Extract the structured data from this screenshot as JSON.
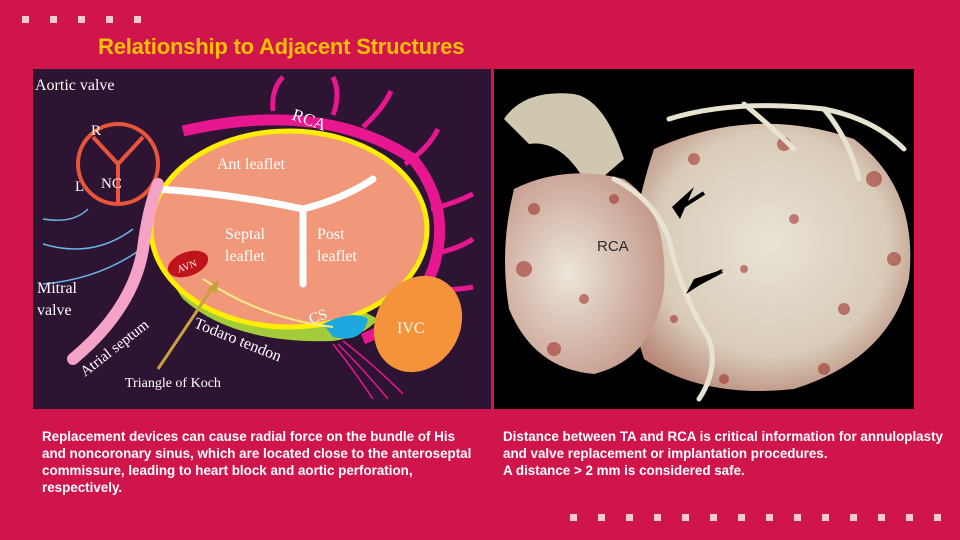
{
  "slide": {
    "title": "Relationship to Adjacent Structures",
    "colors": {
      "background": "#d0154c",
      "title": "#ffc000",
      "panel": "#2d1433"
    }
  },
  "diagram": {
    "aortic_valve": "Aortic valve",
    "cusp_r": "R",
    "cusp_l": "L",
    "cusp_nc": "NC",
    "rca": "RCA",
    "ant_leaflet": "Ant leaflet",
    "septal_leaflet_1": "Septal",
    "septal_leaflet_2": "leaflet",
    "post_leaflet_1": "Post",
    "post_leaflet_2": "leaflet",
    "mitral_valve_1": "Mitral",
    "mitral_valve_2": "valve",
    "avn": "AVN",
    "cs": "CS",
    "ivc": "IVC",
    "atrial_septum": "Atrial septum",
    "todaro_tendon": "Todaro tendon",
    "triangle_of_koch": "Triangle of Koch"
  },
  "photo": {
    "rca_label": "RCA"
  },
  "captions": {
    "left": "Replacement devices can cause radial force on the bundle of His and noncoronary sinus, which are located close to the anteroseptal commissure, leading to heart block and aortic perforation, respectively.",
    "right_1": "Distance between TA and RCA is critical information for annuloplasty and valve replacement or implantation procedures.",
    "right_2": "A distance > 2 mm is considered safe."
  }
}
